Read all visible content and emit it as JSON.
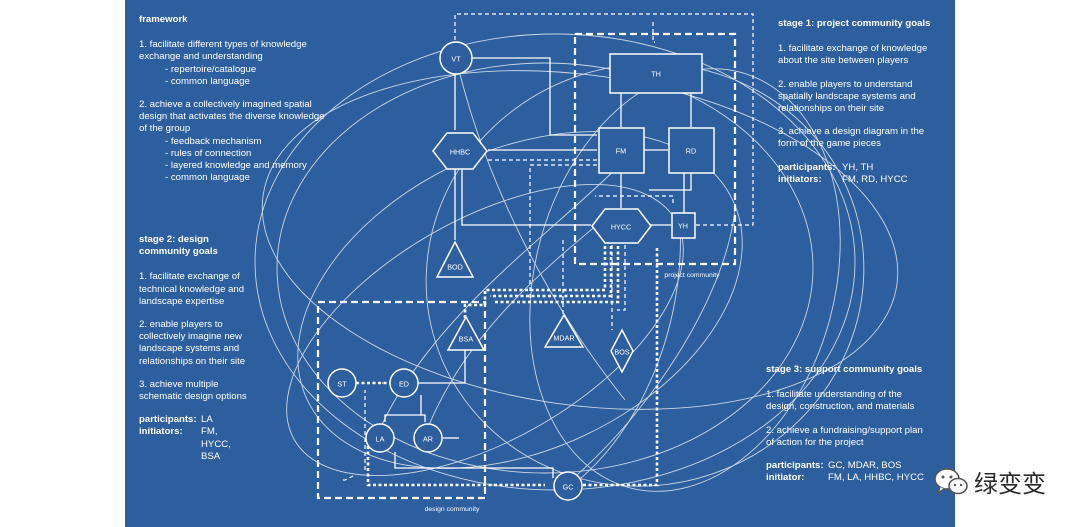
{
  "framework": {
    "title": "framework",
    "items": [
      {
        "text": "1. facilitate different types of knowledge exchange and understanding",
        "subs": [
          "- repertoire/catalogue",
          "- common language"
        ]
      },
      {
        "text": "2. achieve a collectively imagined spatial design that activates the diverse knowledge of the group",
        "subs": [
          "- feedback mechanism",
          "- rules of connection",
          "- layered knowledge and memory",
          "- common language"
        ]
      }
    ]
  },
  "stage1": {
    "title": "stage 1: project community goals",
    "goals": [
      "1. facilitate exchange of knowledge about the site between players",
      "2. enable players to understand spatially landscape systems and relationships on their site",
      "3. achieve a design diagram in the form of the game pieces"
    ],
    "participants_label": "participants:",
    "participants": "YH, TH",
    "initiators_label": "initiators:",
    "initiators": "FM, RD, HYCC"
  },
  "stage2": {
    "title": "stage 2: design community goals",
    "goals": [
      "1. facilitate exchange of technical knowledge and landscape expertise",
      "2. enable players to collectively imagine new landscape systems and relationships on their site",
      "3. achieve multiple schematic design options"
    ],
    "participants_label": "participants:",
    "participants": "LA",
    "initiators_label": "initiators:",
    "initiators": [
      "FM,",
      "HYCC,",
      "BSA"
    ]
  },
  "stage3": {
    "title": "stage 3: support community goals",
    "goals": [
      "1. facilitate understanding of the design, construction, and materials",
      "2. achieve a fundraising/support plan of action for the project"
    ],
    "participants_label": "participants:",
    "participants": "GC, MDAR, BOS",
    "initiators_label": "initiator:",
    "initiators": "FM, LA, HHBC, HYCC"
  },
  "nodes": {
    "VT": "VT",
    "TH": "TH",
    "FM": "FM",
    "RD": "RD",
    "HHBC": "HHBC",
    "HYCC": "HYCC",
    "YH": "YH",
    "BOD": "BOD",
    "BSA": "BSA",
    "MDAR": "MDAR",
    "BOS": "BOS",
    "ST": "ST",
    "ED": "ED",
    "LA": "LA",
    "AR": "AR",
    "GC": "GC"
  },
  "containers": {
    "project": "project community",
    "design": "design community"
  },
  "watermark": {
    "text": "绿变变",
    "icon": "wechat-icon"
  },
  "colors": {
    "board": "#2d5f9e",
    "line": "#ffffff",
    "watermark": "#2b2b2b"
  }
}
